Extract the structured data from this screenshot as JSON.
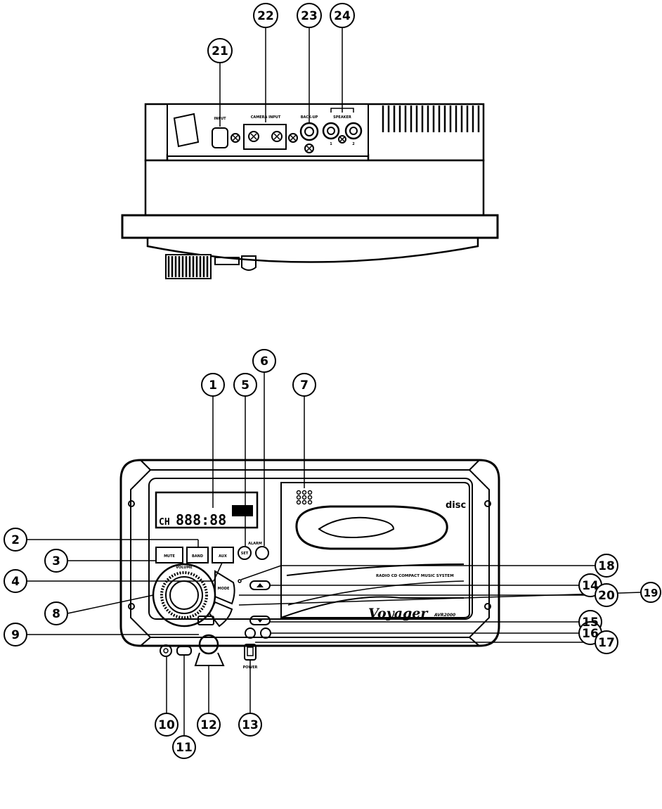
{
  "callouts": [
    "1",
    "2",
    "3",
    "4",
    "5",
    "6",
    "7",
    "8",
    "9",
    "10",
    "11",
    "12",
    "13",
    "14",
    "15",
    "16",
    "17",
    "18",
    "19",
    "20",
    "21",
    "22",
    "23",
    "24"
  ],
  "rear_panel": {
    "port_labels": [
      "INPUT",
      "CAMERA INPUT",
      "BACK-UP",
      "SPEAKER"
    ],
    "speaker_channel_labels": [
      "1",
      "2"
    ]
  },
  "front_panel": {
    "brand": "Voyager",
    "model": "AVR2000",
    "system_label": "RADIO CD COMPACT MUSIC SYSTEM",
    "disc_logo": "disc",
    "lcd_digits": "888:88",
    "lcd_prefix": "CH",
    "button_labels": {
      "mute": "MUTE",
      "band": "BAND",
      "aux": "AUX",
      "set": "SET",
      "alarm": "ALARM",
      "mode": "MODE",
      "volume": "VOLUME",
      "power": "POWER"
    }
  },
  "colors": {
    "ink": "#000000",
    "paper": "#ffffff"
  }
}
